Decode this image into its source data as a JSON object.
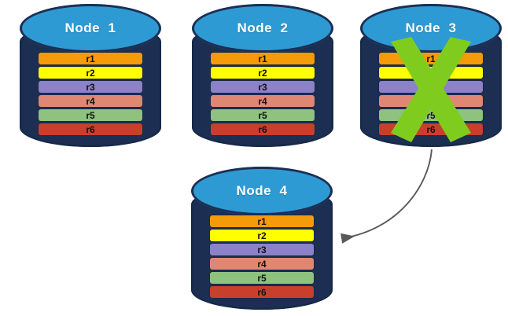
{
  "diagram": {
    "title_text_format": "Node  N",
    "background_color": "#ffffff",
    "node_body_color": "#1c2f52",
    "node_top_color": "#2e9ad4",
    "failure_mark_color": "#80cc1e",
    "arrow_color": "#595959"
  },
  "row_labels": {
    "r1": "r1",
    "r2": "r2",
    "r3": "r3",
    "r4": "r4",
    "r5": "r5",
    "r6": "r6"
  },
  "row_colors": {
    "r1": "#f59a08",
    "r2": "#ffff00",
    "r3": "#8b82c7",
    "r4": "#e08774",
    "r5": "#8ec27e",
    "r6": "#c8402b"
  },
  "nodes": [
    {
      "id": "node-1",
      "title": "Node  1",
      "failed": false,
      "rows": [
        {
          "label": "r1",
          "color": "#f59a08"
        },
        {
          "label": "r2",
          "color": "#ffff00"
        },
        {
          "label": "r3",
          "color": "#8b82c7"
        },
        {
          "label": "r4",
          "color": "#e08774"
        },
        {
          "label": "r5",
          "color": "#8ec27e"
        },
        {
          "label": "r6",
          "color": "#c8402b"
        }
      ]
    },
    {
      "id": "node-2",
      "title": "Node  2",
      "failed": false,
      "rows": [
        {
          "label": "r1",
          "color": "#f59a08"
        },
        {
          "label": "r2",
          "color": "#ffff00"
        },
        {
          "label": "r3",
          "color": "#8b82c7"
        },
        {
          "label": "r4",
          "color": "#e08774"
        },
        {
          "label": "r5",
          "color": "#8ec27e"
        },
        {
          "label": "r6",
          "color": "#c8402b"
        }
      ]
    },
    {
      "id": "node-3",
      "title": "Node  3",
      "failed": true,
      "rows": [
        {
          "label": "r1",
          "color": "#f59a08"
        },
        {
          "label": "r2",
          "color": "#ffff00"
        },
        {
          "label": "r3",
          "color": "#8b82c7"
        },
        {
          "label": "r4",
          "color": "#e08774"
        },
        {
          "label": "r5",
          "color": "#8ec27e"
        },
        {
          "label": "r6",
          "color": "#c8402b"
        }
      ]
    },
    {
      "id": "node-4",
      "title": "Node  4",
      "failed": false,
      "rows": [
        {
          "label": "r1",
          "color": "#f59a08"
        },
        {
          "label": "r2",
          "color": "#ffff00"
        },
        {
          "label": "r3",
          "color": "#8b82c7"
        },
        {
          "label": "r4",
          "color": "#e08774"
        },
        {
          "label": "r5",
          "color": "#8ec27e"
        },
        {
          "label": "r6",
          "color": "#c8402b"
        }
      ]
    }
  ],
  "connections": [
    {
      "id": "node3-to-node4",
      "from": "node-3",
      "to": "node-4",
      "style": "curved-arrow",
      "color": "#595959"
    }
  ]
}
